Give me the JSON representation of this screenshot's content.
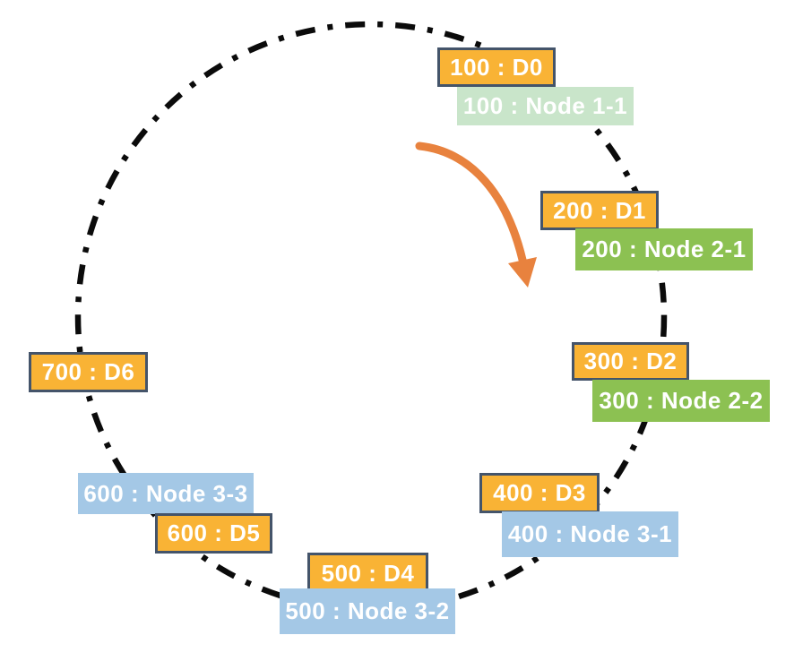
{
  "diagram": {
    "arrow": {
      "direction": "clockwise",
      "color": "#E8823E"
    },
    "ring": {
      "style": "dash-dot",
      "color": "#0B0B0B"
    },
    "colors": {
      "data_fill": "#F9B335",
      "data_border": "#44546A",
      "node_green": "#8CC152",
      "node_pale_green": "#C9E5CA",
      "node_blue": "#A4C8E6"
    },
    "labels": {
      "d0": "100 : D0",
      "node_1_1": "100 : Node 1-1",
      "d1": "200 : D1",
      "node_2_1": "200 : Node 2-1",
      "d2": "300 : D2",
      "node_2_2": "300 : Node 2-2",
      "d3": "400 : D3",
      "node_3_1": "400 : Node 3-1",
      "d4": "500 : D4",
      "node_3_2": "500 : Node 3-2",
      "d5": "600 : D5",
      "node_3_3": "600 : Node 3-3",
      "d6": "700 : D6"
    }
  }
}
